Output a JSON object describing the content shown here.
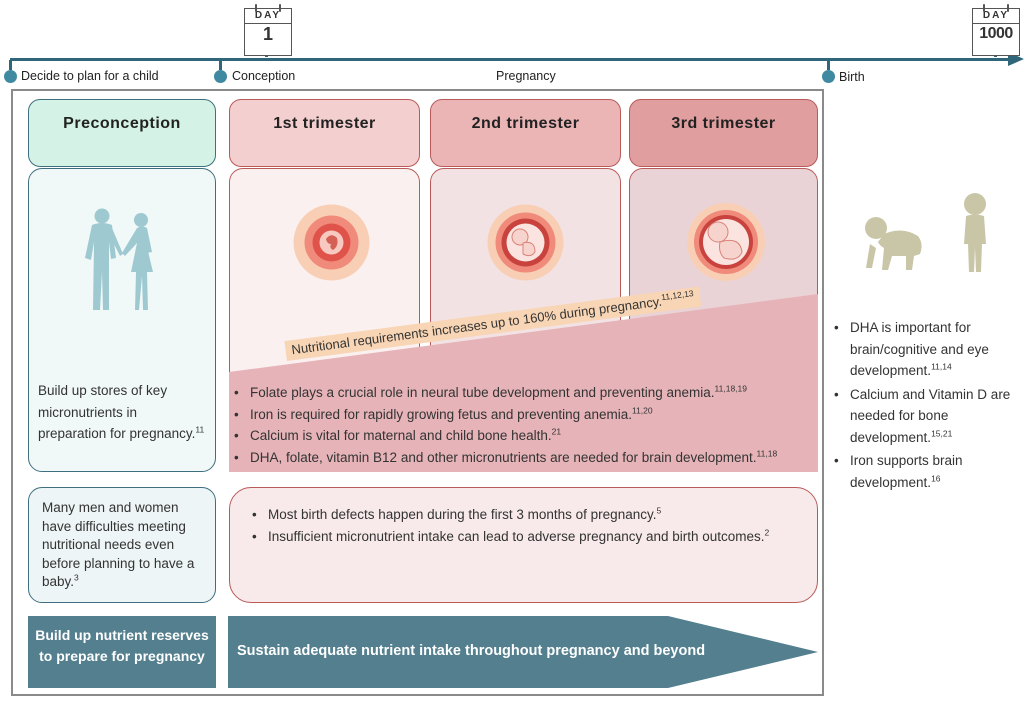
{
  "timeline": {
    "milestones": [
      "Decide to plan for a child",
      "Conception",
      "Pregnancy",
      "Birth"
    ],
    "day_start": {
      "label": "DAY",
      "value": "1"
    },
    "day_end": {
      "label": "DAY",
      "value": "1000"
    }
  },
  "columns": {
    "preconception": "Preconception",
    "trimester1": "1st trimester",
    "trimester2": "2nd trimester",
    "trimester3": "3rd trimester"
  },
  "preconception_text": {
    "text": "Build up stores of key micronutrients in preparation for pregnancy.",
    "ref": "11"
  },
  "banner": {
    "text": "Nutritional requirements increases up to 160% during pregnancy.",
    "ref": "11,12,13"
  },
  "pregnancy_bullets": [
    {
      "text": "Folate plays a crucial role in neural tube development and preventing anemia.",
      "ref": "11,18,19"
    },
    {
      "text": "Iron is required for rapidly growing fetus and preventing anemia.",
      "ref": "11,20"
    },
    {
      "text": "Calcium is vital for maternal and child bone health.",
      "ref": "21"
    },
    {
      "text": "DHA, folate, vitamin B12 and other micronutrients are needed for brain development.",
      "ref": "11,18"
    }
  ],
  "difficulty_text": {
    "text": "Many men and women have difficulties meeting nutritional needs even before planning to have a baby.",
    "ref": "3"
  },
  "risk_bullets": [
    {
      "text": "Most birth defects happen during the first 3 months of pregnancy.",
      "ref": "5"
    },
    {
      "text": "Insufficient micronutrient intake can lead to adverse pregnancy and birth outcomes.",
      "ref": "2"
    }
  ],
  "birth_bullets": [
    {
      "text": "DHA is important for brain/cognitive and eye development.",
      "ref": "11,14"
    },
    {
      "text": "Calcium and Vitamin D are needed for bone development.",
      "ref": "15,21"
    },
    {
      "text": "Iron supports brain development.",
      "ref": "16"
    }
  ],
  "actions": {
    "build_reserves": "Build up nutrient reserves to prepare for pregnancy",
    "sustain_intake": "Sustain adequate nutrient intake throughout pregnancy and beyond"
  },
  "icons": [
    "couple-icon",
    "embryo-icon",
    "fetus-icon",
    "crawling-baby-icon",
    "toddler-icon",
    "calendar-icon"
  ],
  "colors": {
    "teal": "#537f8e",
    "timeline": "#2f6679",
    "mint": "#d4f2e6",
    "rose": "#c46464",
    "peach": "#f8d5b4"
  }
}
